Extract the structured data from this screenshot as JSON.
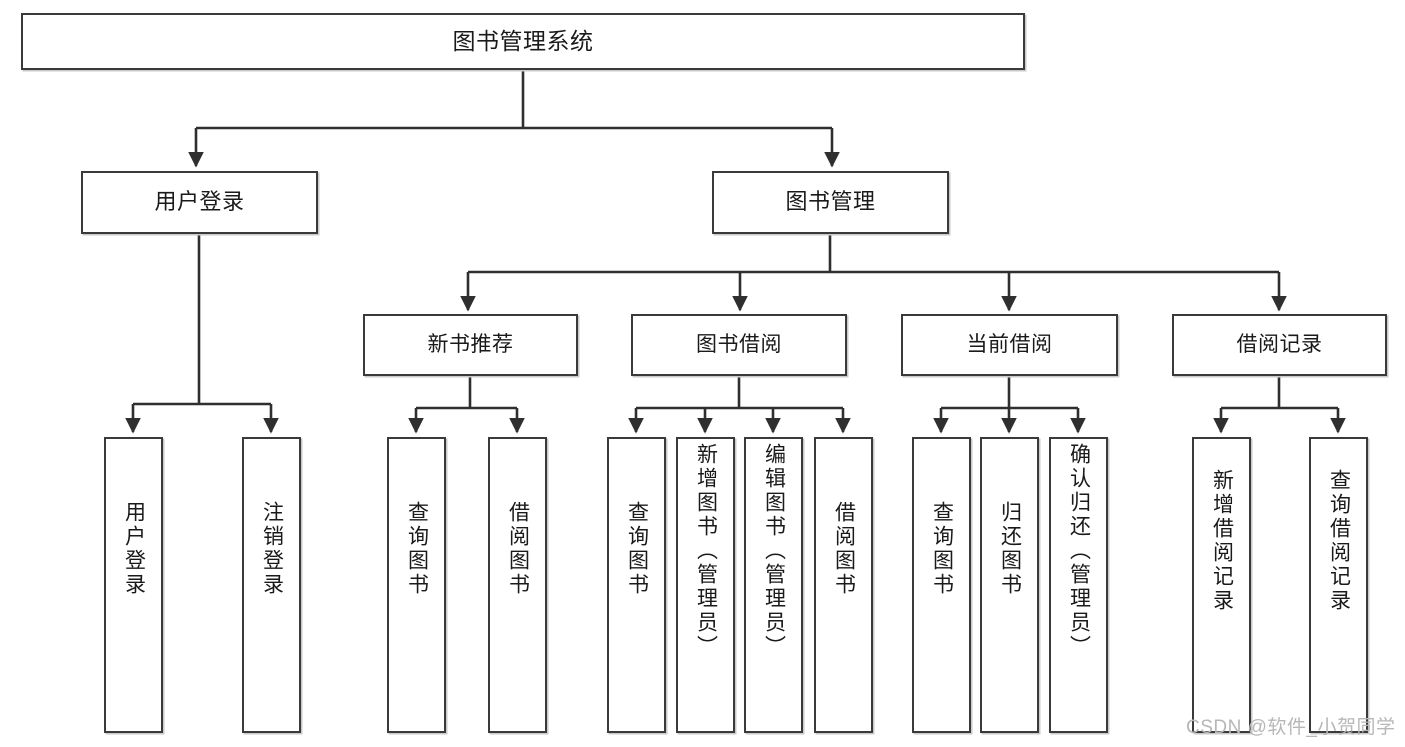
{
  "diagram": {
    "title": "图书管理系统",
    "type": "hierarchy-tree",
    "watermark": "CSDN @软件_小贺同学",
    "colors": {
      "box_border": "#3a3a3a",
      "box_fill": "#ffffff",
      "connector": "#2f2f2f",
      "watermark": "#b7b7b7"
    },
    "root": {
      "label": "图书管理系统"
    },
    "level2": [
      {
        "label": "用户登录"
      },
      {
        "label": "图书管理"
      }
    ],
    "level3": [
      {
        "label": "新书推荐"
      },
      {
        "label": "图书借阅"
      },
      {
        "label": "当前借阅"
      },
      {
        "label": "借阅记录"
      }
    ],
    "leaves": {
      "user_login": [
        {
          "label": "用户登录"
        },
        {
          "label": "注销登录"
        }
      ],
      "new_book_recommend": [
        {
          "label": "查询图书"
        },
        {
          "label": "借阅图书"
        }
      ],
      "book_borrow": [
        {
          "label": "查询图书"
        },
        {
          "label": "新增图书（管理员）"
        },
        {
          "label": "编辑图书（管理员）"
        },
        {
          "label": "借阅图书"
        }
      ],
      "current_borrow": [
        {
          "label": "查询图书"
        },
        {
          "label": "归还图书"
        },
        {
          "label": "确认归还（管理员）"
        }
      ],
      "borrow_record": [
        {
          "label": "新增借阅记录"
        },
        {
          "label": "查询借阅记录"
        }
      ]
    }
  }
}
